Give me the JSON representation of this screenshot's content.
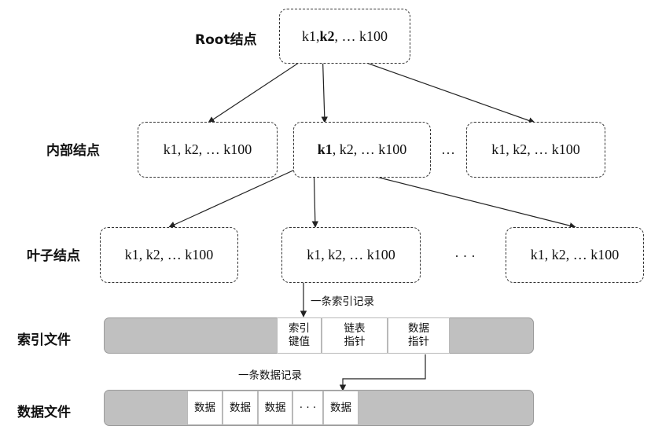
{
  "levels": {
    "root": "Root结点",
    "internal": "内部结点",
    "leaf": "叶子结点",
    "index_file": "索引文件",
    "data_file": "数据文件"
  },
  "root_node": {
    "k1": "k1, ",
    "k2": "k2",
    "rest": ", … k100"
  },
  "internal_nodes": [
    {
      "text": "k1, k2, … k100"
    },
    {
      "bold": "k1",
      "rest": ", k2, … k100"
    },
    {
      "text": "k1, k2, … k100"
    }
  ],
  "leaf_nodes": [
    {
      "text": "k1, k2, … k100"
    },
    {
      "text": "k1, k2, … k100"
    },
    {
      "text": "k1, k2, … k100"
    }
  ],
  "ellipsis": "…",
  "ellipsis_wide": "· · ·",
  "index_record_label": "一条索引记录",
  "data_record_label": "一条数据记录",
  "index_cells": {
    "key": [
      "索引",
      "键值"
    ],
    "link": [
      "链表",
      "指针"
    ],
    "data_ptr": [
      "数据",
      "指针"
    ]
  },
  "data_cells": [
    "数据",
    "数据",
    "数据",
    "数据"
  ],
  "data_ellipsis": "· · ·",
  "colors": {
    "bar_fill": "#c0c0c0",
    "line": "#222222"
  }
}
